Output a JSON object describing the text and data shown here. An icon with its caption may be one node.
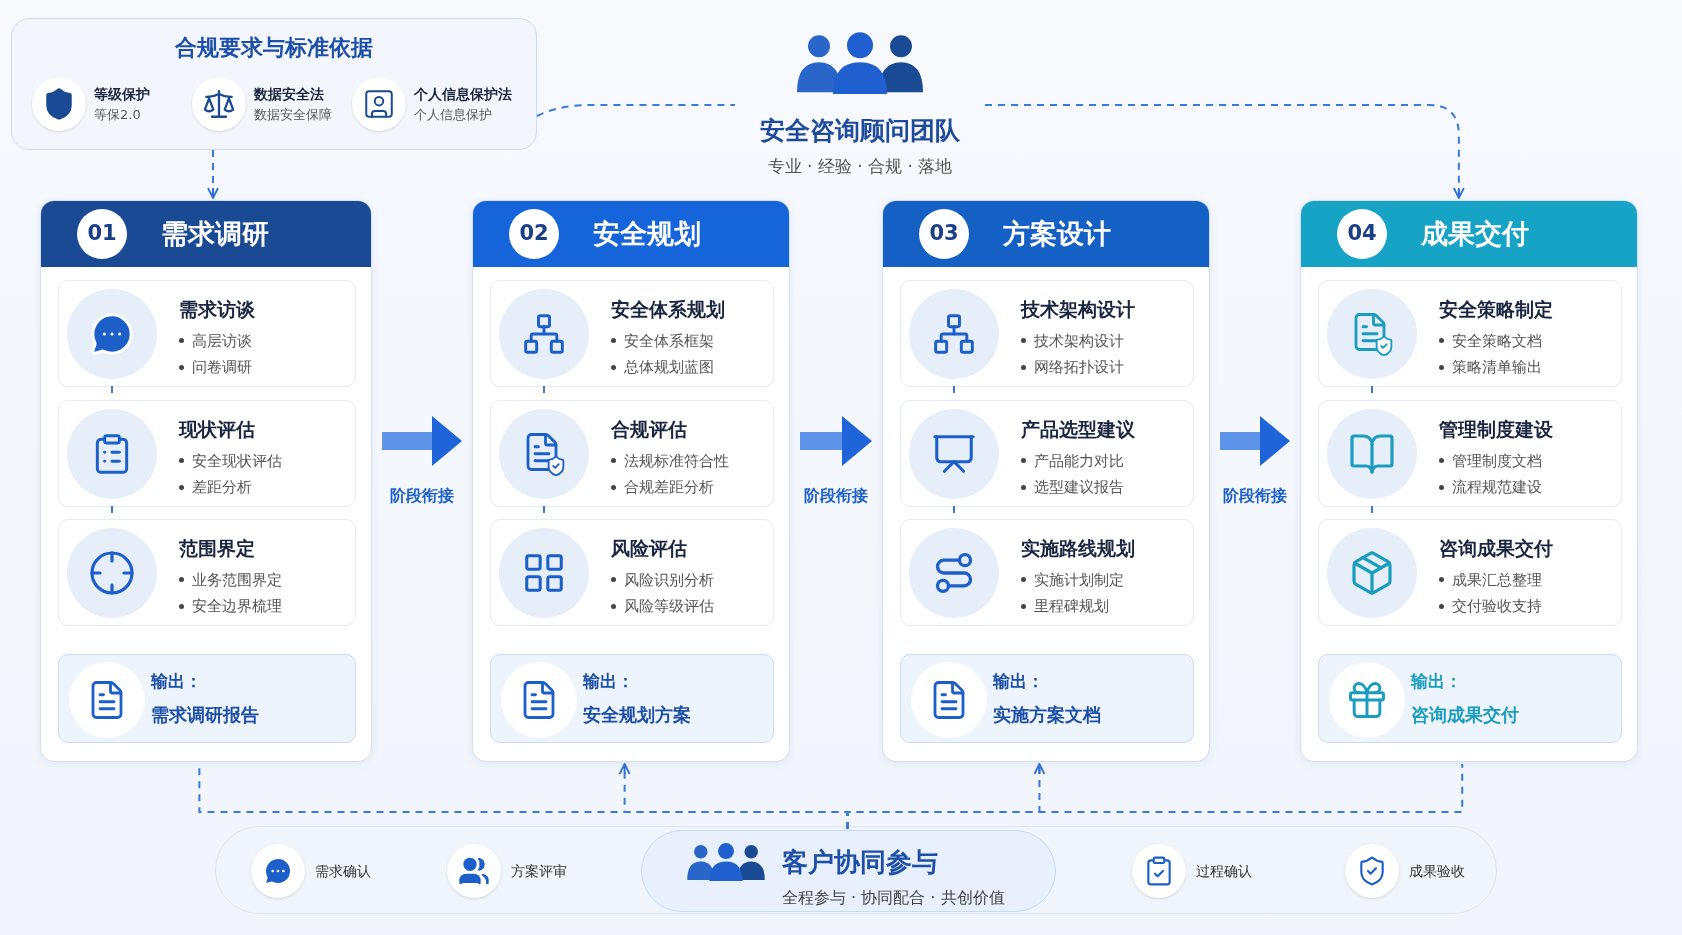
{
  "diagram": {
    "nodes": [
      {
        "text": [
          "合规要求与标准依据",
          "等级保护",
          "等保2.0",
          "数据安全法",
          "数据安全保障",
          "个人信息保护法",
          "个人信息保护"
        ]
      },
      {
        "text": [
          "安全咨询顾问团队",
          "专业 · 经验 · 合规 · 落地"
        ]
      },
      {
        "text": [
          "01",
          "需求调研"
        ]
      },
      {
        "text": [
          "需求访谈",
          "高层访谈",
          "问卷调研"
        ],
        "in": 2
      },
      {
        "text": [
          "现状评估",
          "安全现状评估",
          "差距分析"
        ],
        "in": 2
      },
      {
        "text": [
          "范围界定",
          "业务范围界定",
          "安全边界梳理"
        ],
        "in": 2
      },
      {
        "text": [
          "输出：",
          "需求调研报告"
        ],
        "in": 2
      },
      {
        "text": [
          "02",
          "安全规划"
        ]
      },
      {
        "text": [
          "安全体系规划",
          "安全体系框架",
          "总体规划蓝图"
        ],
        "in": 7
      },
      {
        "text": [
          "合规评估",
          "法规标准符合性",
          "合规差距分析"
        ],
        "in": 7
      },
      {
        "text": [
          "风险评估",
          "风险识别分析",
          "风险等级评估"
        ],
        "in": 7
      },
      {
        "text": [
          "输出：",
          "安全规划方案"
        ],
        "in": 7
      },
      {
        "text": [
          "03",
          "方案设计"
        ]
      },
      {
        "text": [
          "技术架构设计",
          "技术架构设计",
          "网络拓扑设计"
        ],
        "in": 12
      },
      {
        "text": [
          "产品选型建议",
          "产品能力对比",
          "选型建议报告"
        ],
        "in": 12
      },
      {
        "text": [
          "实施路线规划",
          "实施计划制定",
          "里程碑规划"
        ],
        "in": 12
      },
      {
        "text": [
          "输出：",
          "实施方案文档"
        ],
        "in": 12
      },
      {
        "text": [
          "04",
          "成果交付"
        ]
      },
      {
        "text": [
          "安全策略制定",
          "安全策略文档",
          "策略清单输出"
        ],
        "in": 17
      },
      {
        "text": [
          "管理制度建设",
          "管理制度文档",
          "流程规范建设"
        ],
        "in": 17
      },
      {
        "text": [
          "咨询成果交付",
          "成果汇总整理",
          "交付验收支持"
        ],
        "in": 17
      },
      {
        "text": [
          "输出：",
          "咨询成果交付"
        ],
        "in": 17
      },
      {
        "text": [
          "需求确认",
          "方案评审",
          "过程确认",
          "成果验收"
        ]
      },
      {
        "text": [
          "客户协同参与",
          "全程参与 · 协同配合 · 共创价值"
        ],
        "in": 22
      }
    ],
    "edges": [
      {
        "from": 0,
        "to": 2,
        "arrow": "to",
        "style": "dashed"
      },
      {
        "from": 0,
        "to": 1,
        "arrow": "none",
        "style": "dashed"
      },
      {
        "from": 1,
        "to": 17,
        "arrow": "to",
        "style": "dashed"
      },
      {
        "from": 3,
        "to": 4,
        "arrow": "none",
        "style": "dashed"
      },
      {
        "from": 4,
        "to": 5,
        "arrow": "none",
        "style": "dashed"
      },
      {
        "from": 8,
        "to": 9,
        "arrow": "none",
        "style": "dashed"
      },
      {
        "from": 9,
        "to": 10,
        "arrow": "none",
        "style": "dashed"
      },
      {
        "from": 13,
        "to": 14,
        "arrow": "none",
        "style": "dashed"
      },
      {
        "from": 14,
        "to": 15,
        "arrow": "none",
        "style": "dashed"
      },
      {
        "from": 18,
        "to": 19,
        "arrow": "none",
        "style": "dashed"
      },
      {
        "from": 19,
        "to": 20,
        "arrow": "none",
        "style": "dashed"
      },
      {
        "from": 2,
        "to": 7,
        "arrow": "to",
        "style": "thick",
        "label": "阶段衔接"
      },
      {
        "from": 7,
        "to": 12,
        "arrow": "to",
        "style": "thick",
        "label": "阶段衔接"
      },
      {
        "from": 12,
        "to": 17,
        "arrow": "to",
        "style": "thick",
        "label": "阶段衔接"
      },
      {
        "from": 23,
        "to": 2,
        "arrow": "none",
        "style": "dashed"
      },
      {
        "from": 23,
        "to": 7,
        "arrow": "to",
        "style": "dashed"
      },
      {
        "from": 23,
        "to": 12,
        "arrow": "to",
        "style": "dashed"
      },
      {
        "from": 23,
        "to": 17,
        "arrow": "none",
        "style": "dashed"
      }
    ]
  }
}
